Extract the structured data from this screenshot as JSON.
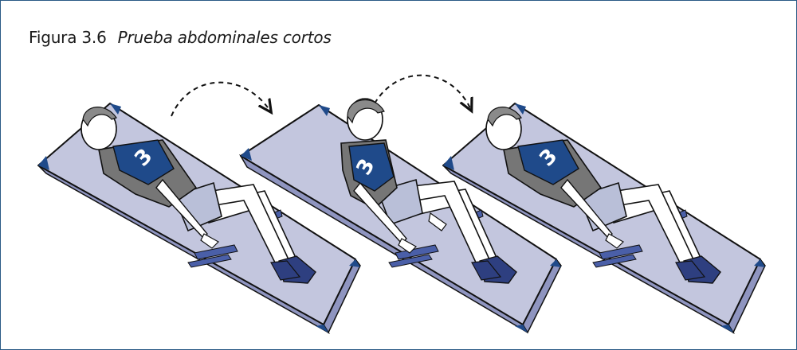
{
  "figure": {
    "label": "Figura 3.6",
    "title": "Prueba abdominales cortos"
  },
  "illustration": {
    "jersey_number": "3",
    "colors": {
      "mat": "#c3c6de",
      "mat_corner": "#1f4a8a",
      "jersey": "#1f4a8a",
      "shirt": "#767676",
      "shorts": "#b9bfd8",
      "hair": "#8a8a8a",
      "shoes": "#2e3f80",
      "tape": "#4a5fa8",
      "outline": "#111111"
    }
  }
}
